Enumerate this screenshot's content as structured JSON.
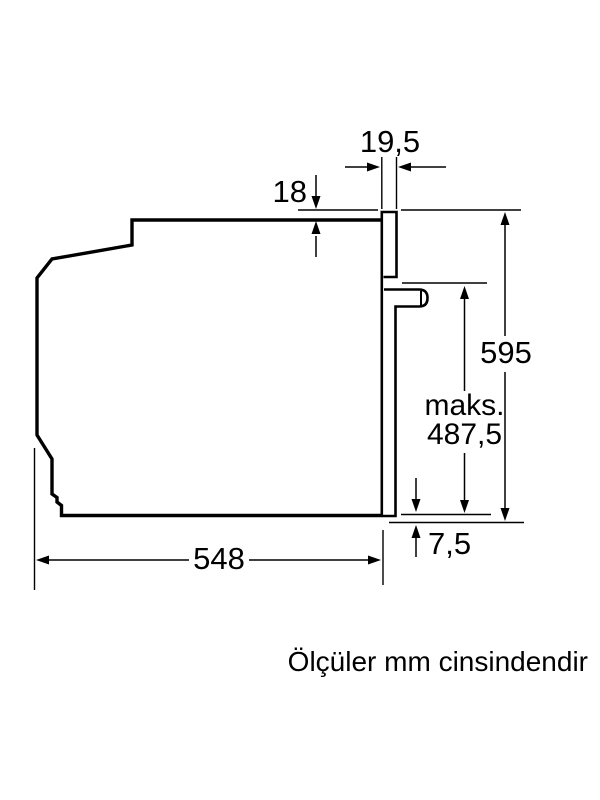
{
  "drawing": {
    "background_color": "#ffffff",
    "line_color": "#000000",
    "caption": "Ölçüler mm cinsindendir",
    "dimensions": {
      "fascia_depth": "19,5",
      "fascia_top_offset": "18",
      "total_height": "595",
      "max_label": "maks.",
      "max_value": "487,5",
      "body_depth": "548",
      "bottom_clearance": "7,5"
    }
  }
}
